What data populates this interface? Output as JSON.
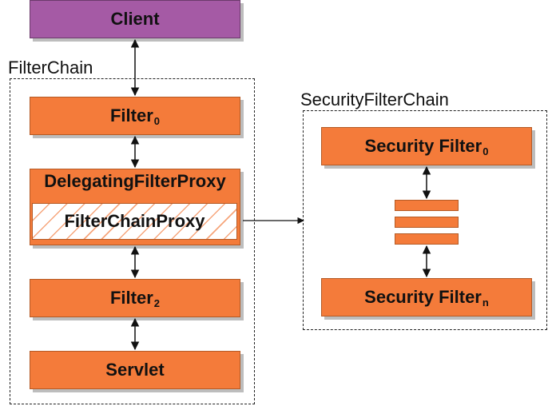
{
  "client": {
    "label": "Client"
  },
  "filter_chain": {
    "title": "FilterChain",
    "filter0": {
      "label": "Filter",
      "sub": "0"
    },
    "delegating": {
      "label": "DelegatingFilterProxy",
      "inner": "FilterChainProxy"
    },
    "filter2": {
      "label": "Filter",
      "sub": "2"
    },
    "servlet": {
      "label": "Servlet"
    }
  },
  "security_filter_chain": {
    "title": "SecurityFilterChain",
    "filter0": {
      "label": "Security Filter",
      "sub": "0"
    },
    "filtern": {
      "label": "Security Filter",
      "sub": "n"
    }
  },
  "colors": {
    "orange": "#f47b3a",
    "purple": "#a55aa5",
    "border": "#b45a25"
  }
}
